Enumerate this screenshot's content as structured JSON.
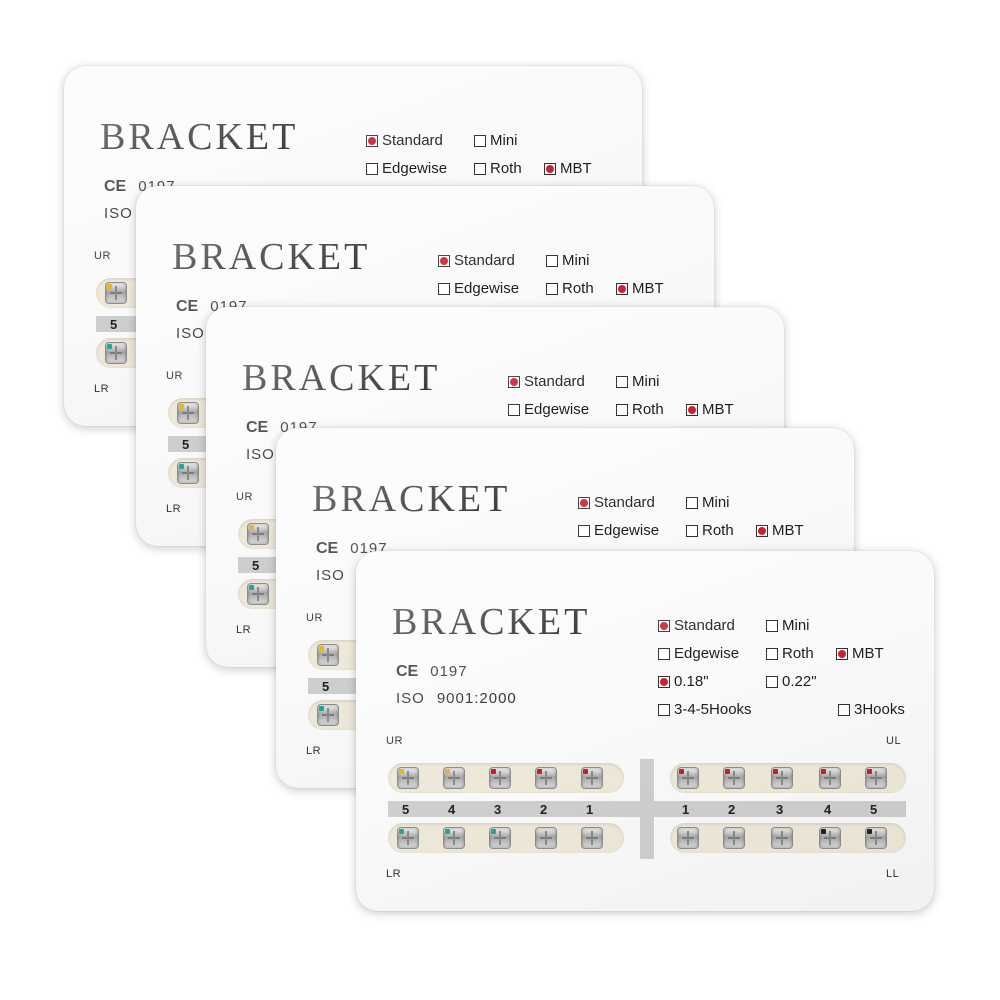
{
  "card": {
    "title": "BRACKET",
    "ce_mark": "CE",
    "ce_number": "0197",
    "iso_label": "ISO",
    "iso_number": "9001:2000",
    "options": {
      "standard": "Standard",
      "mini": "Mini",
      "edgewise": "Edgewise",
      "roth": "Roth",
      "mbt": "MBT",
      "slot_018": "0.18\"",
      "slot_022": "0.22\"",
      "hooks_345": "3-4-5Hooks",
      "hooks_3": "3Hooks"
    },
    "checked": [
      "standard",
      "mbt",
      "slot_018"
    ],
    "quadrants": {
      "ur": "UR",
      "ul": "UL",
      "lr": "LR",
      "ll": "LL"
    },
    "upper_right_numbers": [
      "5",
      "4",
      "3",
      "2",
      "1"
    ],
    "upper_left_numbers": [
      "1",
      "2",
      "3",
      "4",
      "5"
    ]
  },
  "colors": {
    "check_mark": "#cc2030",
    "tray": "#efe9d9",
    "number_strip": "#cfcfcf",
    "marker_yellow": "#e8b818",
    "marker_red": "#d01a24",
    "marker_teal": "#1aa898",
    "marker_black": "#222222"
  }
}
